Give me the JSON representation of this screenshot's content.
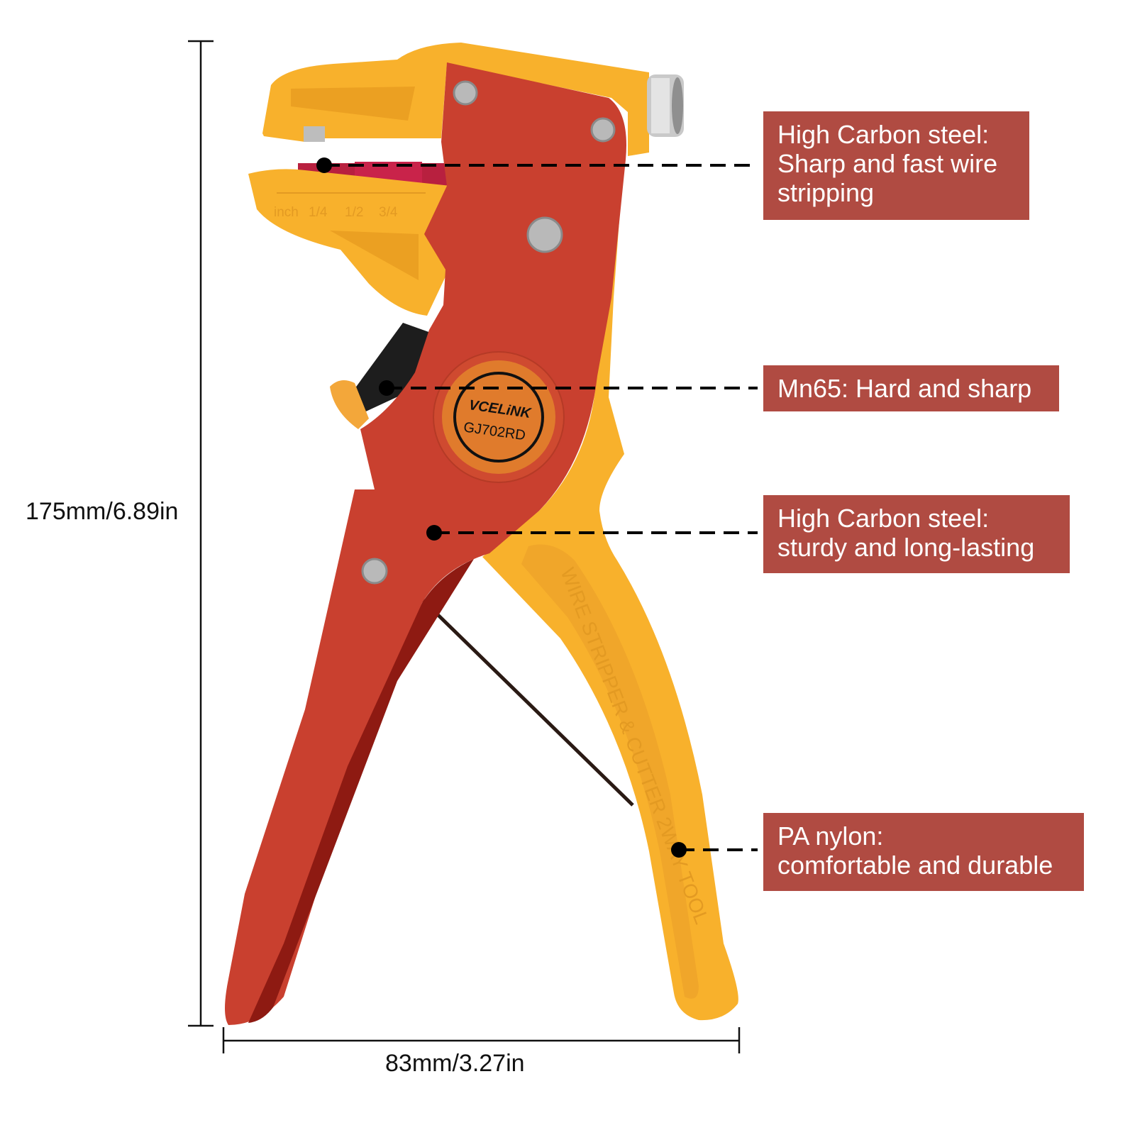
{
  "product": {
    "brand": "VCELiNK",
    "model": "GJ702RD",
    "handle_engraving": "WIRE STRIPPER & CUTTER 2WAY TOOL",
    "ruler": {
      "unit": "inch",
      "marks": [
        "1/4",
        "1/2",
        "3/4"
      ]
    }
  },
  "dimensions": {
    "height": "175mm/6.89in",
    "width": "83mm/3.27in"
  },
  "callouts": [
    {
      "lines": [
        "High Carbon steel:",
        "Sharp and fast wire",
        "stripping"
      ]
    },
    {
      "lines": [
        "Mn65: Hard and sharp"
      ]
    },
    {
      "lines": [
        "High Carbon steel:",
        "sturdy and long-lasting"
      ]
    },
    {
      "lines": [
        "PA nylon:",
        "comfortable and durable"
      ]
    }
  ],
  "colors": {
    "label_bg": "#B04B42",
    "body_red": "#C9402F",
    "nylon_yellow": "#F8B12C",
    "logo_orange": "#E07B2C"
  }
}
